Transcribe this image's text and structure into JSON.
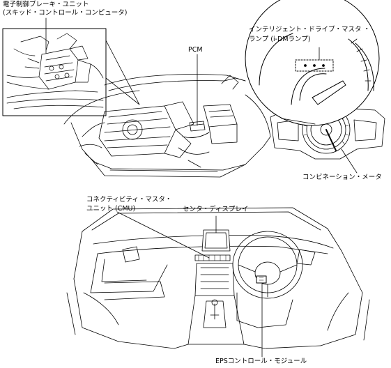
{
  "labels": {
    "brake_unit_line1": "電子制御ブレーキ・ユニット",
    "brake_unit_line2": "(スキッド・コントロール・コンピュータ)",
    "pcm": "PCM",
    "idm_lamp_line1": "インテリジェント・ドライブ・マスタ ・",
    "idm_lamp_line2": "ランプ (i-DMランプ)",
    "combination_meter": "コンビネーション・メータ",
    "cmu_line1": "コネクティビティ・マスタ・",
    "cmu_line2": "ユニット (CMU)",
    "center_display": "センタ・ディスプレイ",
    "eps_module": "EPSコントロール・モジュール"
  }
}
